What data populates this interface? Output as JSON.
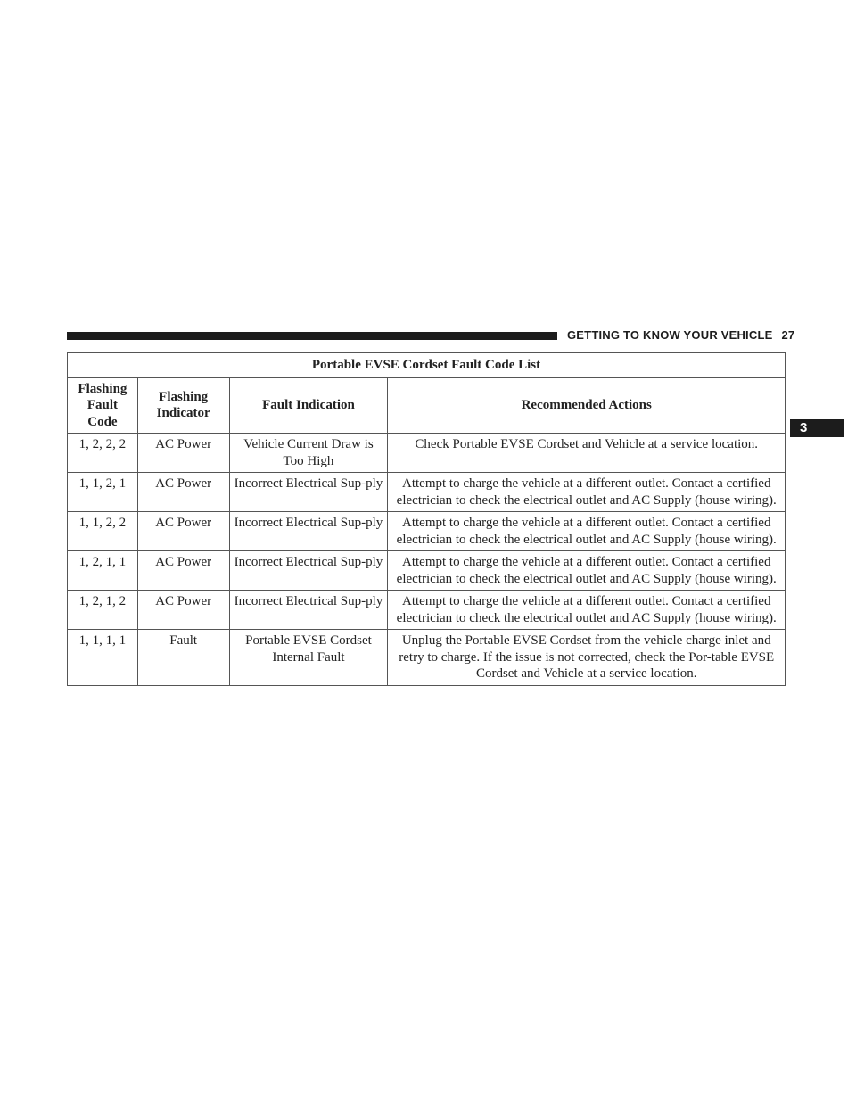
{
  "header": {
    "section_title": "GETTING TO KNOW YOUR VEHICLE",
    "page_number": "27",
    "chapter_tab": "3"
  },
  "table": {
    "title": "Portable EVSE Cordset Fault Code List",
    "columns": [
      "Flashing Fault Code",
      "Flashing Indicator",
      "Fault Indication",
      "Recommended Actions"
    ],
    "rows": [
      {
        "code": "1, 2, 2, 2",
        "indicator": "AC Power",
        "indication": "Vehicle Current Draw is Too High",
        "action": "Check Portable EVSE Cordset and Vehicle at a service location."
      },
      {
        "code": "1, 1, 2, 1",
        "indicator": "AC Power",
        "indication": "Incorrect Electrical Sup-ply",
        "action": "Attempt to charge the vehicle at a different outlet. Contact a certified electrician to check the electrical outlet and AC Supply (house wiring)."
      },
      {
        "code": "1, 1, 2, 2",
        "indicator": "AC Power",
        "indication": "Incorrect Electrical Sup-ply",
        "action": "Attempt to charge the vehicle at a different outlet. Contact a certified electrician to check the electrical outlet and AC Supply (house wiring)."
      },
      {
        "code": "1, 2, 1, 1",
        "indicator": "AC Power",
        "indication": "Incorrect Electrical Sup-ply",
        "action": "Attempt to charge the vehicle at a different outlet. Contact a certified electrician to check the electrical outlet and AC Supply (house wiring)."
      },
      {
        "code": "1, 2, 1, 2",
        "indicator": "AC Power",
        "indication": "Incorrect Electrical Sup-ply",
        "action": "Attempt to charge the vehicle at a different outlet. Contact a certified electrician to check the electrical outlet and AC Supply (house wiring)."
      },
      {
        "code": "1, 1, 1, 1",
        "indicator": "Fault",
        "indication": "Portable EVSE Cordset Internal Fault",
        "action": "Unplug the Portable EVSE Cordset from the vehicle charge inlet and retry to charge. If the issue is not corrected, check the Por-table EVSE Cordset and Vehicle at a service location."
      }
    ]
  }
}
